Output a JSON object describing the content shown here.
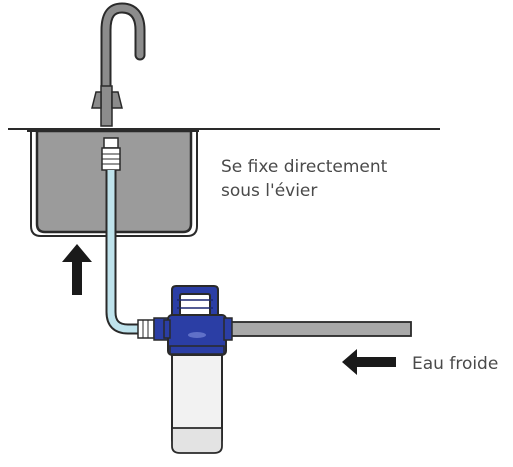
{
  "labels": {
    "sink_mount": [
      "Se fixe directement",
      "sous l'évier"
    ],
    "cold_water": "Eau froide"
  },
  "colors": {
    "outline": "#2a2a2a",
    "sink_fill": "#9b9b9b",
    "faucet": "#8c8c8c",
    "hose": "#bfe3ec",
    "water_pipe": "#a9a9a9",
    "filter_head": "#2b3ea5",
    "filter_housing": "#f2f2f2",
    "arrow": "#1a1a1a",
    "text": "#4a4a4a"
  },
  "icons": {
    "up_arrow": "arrow-up-icon",
    "left_arrow": "arrow-left-icon"
  }
}
